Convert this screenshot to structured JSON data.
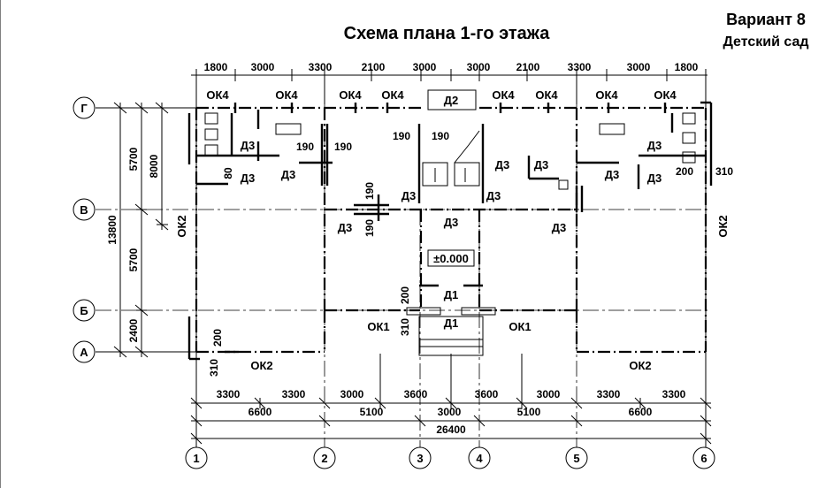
{
  "title": "Схема плана 1-го этажа",
  "variant": "Вариант 8",
  "building": "Детский сад",
  "dims_top": [
    "1800",
    "3000",
    "3300",
    "2100",
    "3000",
    "3000",
    "2100",
    "3300",
    "3000",
    "1800"
  ],
  "dims_bottom_row1": [
    "3300",
    "3300",
    "3000",
    "3600",
    "3600",
    "3000",
    "3300",
    "3300"
  ],
  "dims_bottom_row2": [
    "6600",
    "5100",
    "3000",
    "5100",
    "6600"
  ],
  "dim_total": "26400",
  "dims_left": {
    "d5700a": "5700",
    "d8000": "8000",
    "d13800": "13800",
    "d5700b": "5700",
    "d2400": "2400"
  },
  "axes_letters": [
    "Г",
    "В",
    "Б",
    "А"
  ],
  "axes_numbers": [
    "1",
    "2",
    "3",
    "4",
    "5",
    "6"
  ],
  "windows": {
    "ok4": "ОК4",
    "ok2": "ОК2",
    "ok1": "ОК1"
  },
  "doors": {
    "d1": "Д1",
    "d2": "Д2",
    "d3": "Д3"
  },
  "level": "±0.000",
  "small_dims": {
    "d190": "190",
    "d80": "80",
    "d200": "200",
    "d310": "310"
  }
}
